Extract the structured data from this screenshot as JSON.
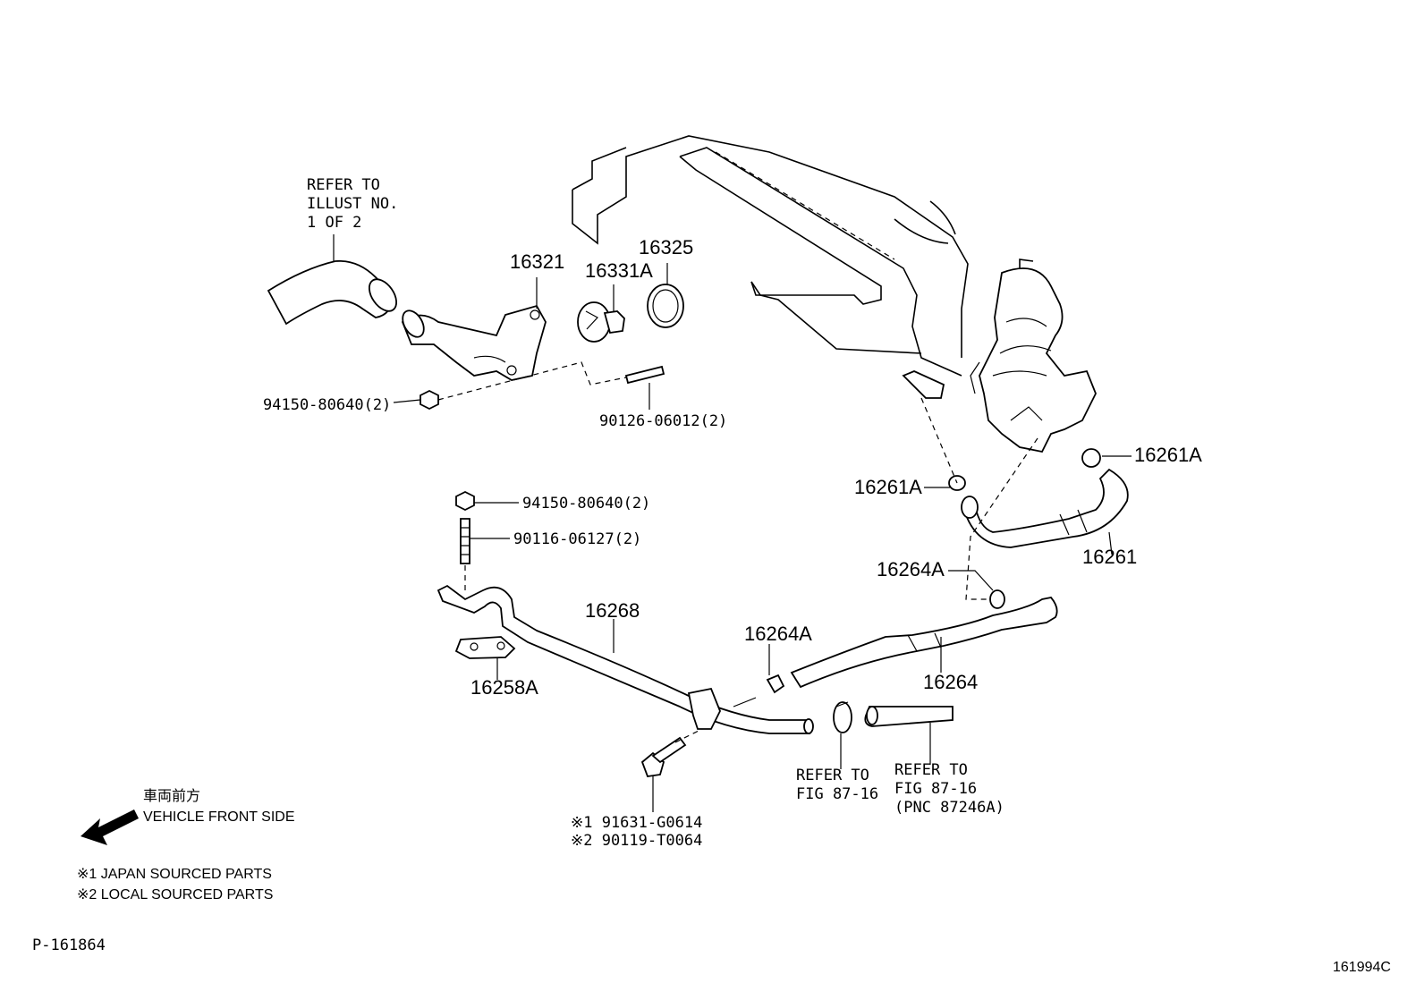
{
  "labels": {
    "refer_illust": [
      "REFER TO",
      "ILLUST NO.",
      "1 OF 2"
    ],
    "p16321": "16321",
    "p16331a": "16331A",
    "p16325": "16325",
    "p94150_top": "94150-80640(2)",
    "p90126": "90126-06012(2)",
    "p16261a_right": "16261A",
    "p16261a_left": "16261A",
    "p16261": "16261",
    "p94150_mid": "94150-80640(2)",
    "p90116": "90116-06127(2)",
    "p16264a_upper": "16264A",
    "p16268": "16268",
    "p16264a_lower": "16264A",
    "p16258a": "16258A",
    "p16264": "16264",
    "refer_fig_a": [
      "REFER TO",
      "FIG 87-16"
    ],
    "refer_fig_b": [
      "REFER TO",
      "FIG 87-16",
      "(PNC 87246A)"
    ],
    "p91631": "※1 91631-G0614",
    "p90119": "※2 90119-T0064"
  },
  "legend": {
    "front_jp": "車両前方",
    "front_en": "VEHICLE FRONT SIDE",
    "note1": "※1 JAPAN SOURCED PARTS",
    "note2": "※2 LOCAL SOURCED PARTS"
  },
  "footer": {
    "left_code": "P-161864",
    "right_code": "161994C"
  }
}
